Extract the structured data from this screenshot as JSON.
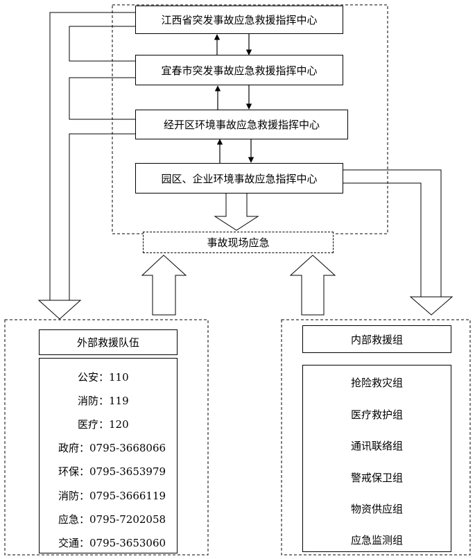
{
  "command_chain": [
    {
      "id": "province",
      "label": "江西省突发事故应急救援指挥中心"
    },
    {
      "id": "city",
      "label": "宜春市突发事故应急救援指挥中心"
    },
    {
      "id": "zone",
      "label": "经开区环境事故应急救援指挥中心"
    },
    {
      "id": "park",
      "label": "园区、企业环境事故应急指挥中心"
    }
  ],
  "scene": {
    "label": "事故现场应急"
  },
  "external": {
    "title": "外部救援队伍",
    "contacts": [
      {
        "label": "公安：",
        "value": "110"
      },
      {
        "label": "消防：",
        "value": "119"
      },
      {
        "label": "医疗：",
        "value": "120"
      },
      {
        "label": "政府：",
        "value": "0795-3668066"
      },
      {
        "label": "环保：",
        "value": "0795-3653979"
      },
      {
        "label": "消防：",
        "value": "0795-3666119"
      },
      {
        "label": "应急：",
        "value": "0795-7202058"
      },
      {
        "label": "交通：",
        "value": "0795-3653060"
      }
    ]
  },
  "internal": {
    "title": "内部救援组",
    "groups": [
      "抢险救灾组",
      "医疗救护组",
      "通讯联络组",
      "警戒保卫组",
      "物资供应组",
      "应急监测组"
    ]
  }
}
